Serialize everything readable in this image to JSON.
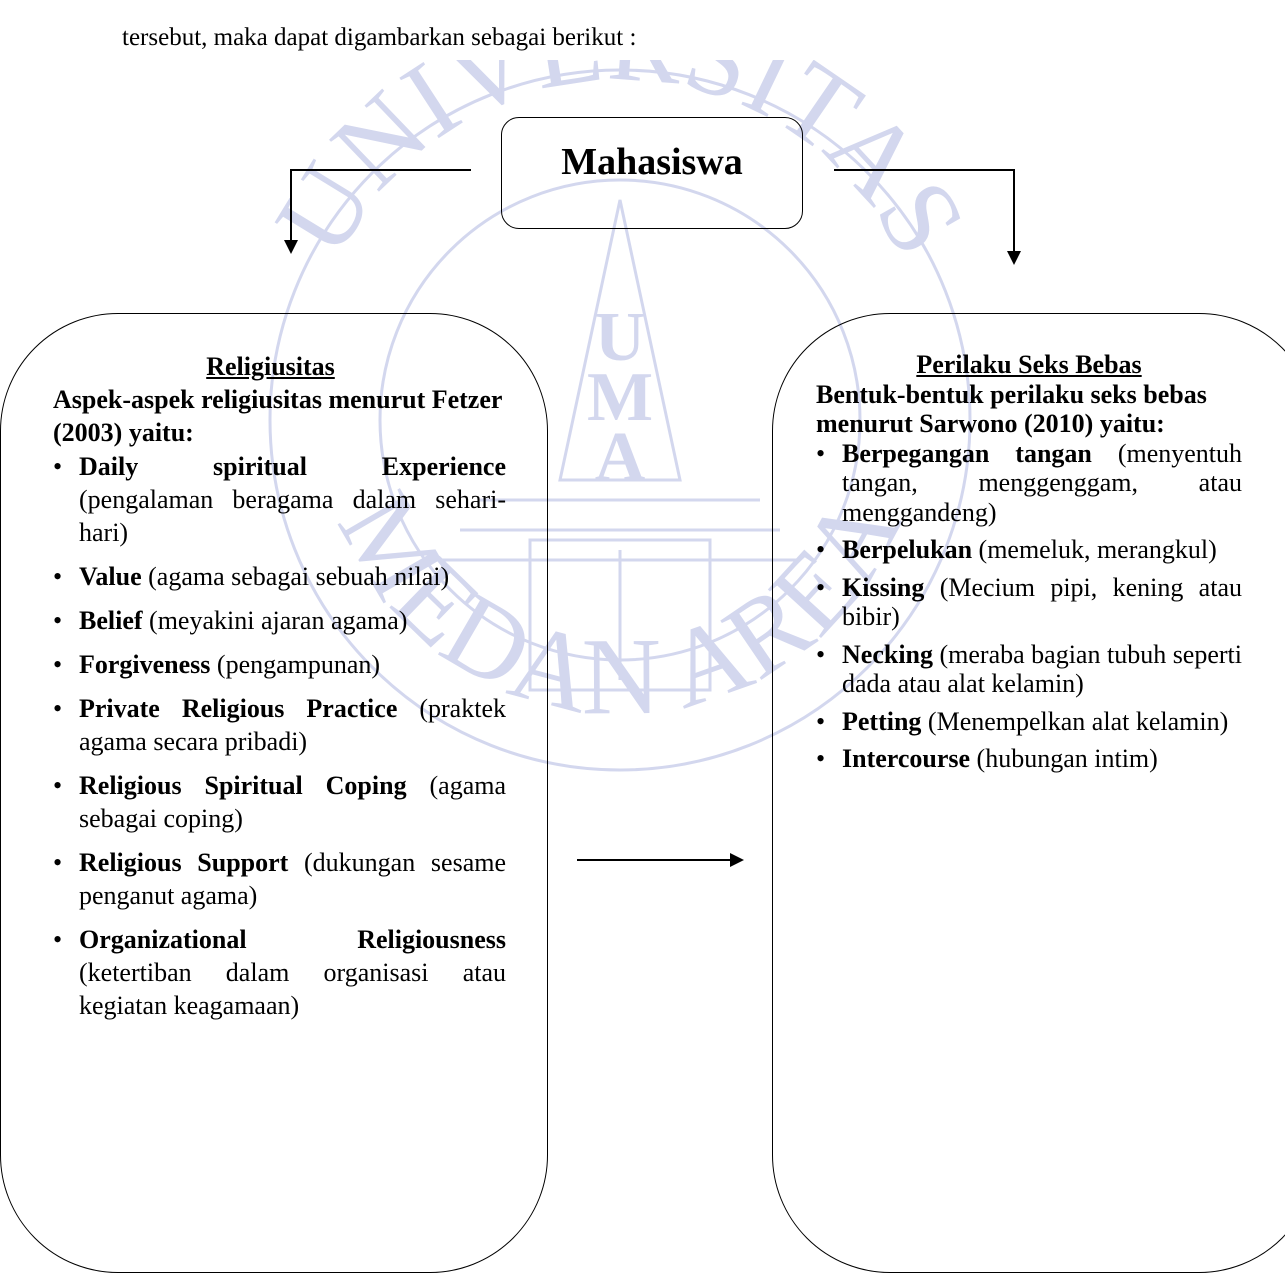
{
  "intro": "tersebut, maka dapat digambarkan sebagai berikut :",
  "watermark": {
    "color": "#d3d7ee",
    "letters": [
      "U",
      "M",
      "A"
    ],
    "arc_text": "UNIVERSITAS MEDAN AREA"
  },
  "center": {
    "title": "Mahasiswa"
  },
  "left": {
    "heading": "Religiusitas",
    "intro": "Aspek-aspek religiusitas menurut Fetzer (2003) yaitu:",
    "items": [
      {
        "bold": "Daily spiritual Experience",
        "text": " (pengalaman beragama dalam sehari-hari)"
      },
      {
        "bold": "Value",
        "text": " (agama sebagai sebuah nilai)"
      },
      {
        "bold": "Belief",
        "text": " (meyakini ajaran agama)"
      },
      {
        "bold": "Forgiveness",
        "text": " (pengampunan)"
      },
      {
        "bold": "Private Religious Practice",
        "text": " (praktek agama secara pribadi)"
      },
      {
        "bold": "Religious Spiritual Coping",
        "text": " (agama sebagai coping)"
      },
      {
        "bold": "Religious Support",
        "text": " (dukungan sesame penganut agama)"
      },
      {
        "bold": "Organizational Religiousness",
        "text": " (ketertiban dalam organisasi atau kegiatan keagamaan)"
      }
    ]
  },
  "right": {
    "heading": "Perilaku Seks Bebas",
    "intro": "Bentuk-bentuk perilaku seks bebas menurut Sarwono (2010) yaitu:",
    "items": [
      {
        "bold": "Berpegangan tangan",
        "text": " (menyentuh tangan, menggenggam, atau menggandeng)"
      },
      {
        "bold": "Berpelukan",
        "text": " (memeluk, merangkul)"
      },
      {
        "bold": "Kissing",
        "text": " (Mecium pipi, kening atau bibir)"
      },
      {
        "bold": "Necking",
        "text": " (meraba bagian tubuh seperti dada atau alat kelamin)"
      },
      {
        "bold": "Petting",
        "text": " (Menempelkan alat kelamin)"
      },
      {
        "bold": "Intercourse",
        "text": " (hubungan intim)"
      }
    ]
  },
  "bullet_symbol": "•"
}
